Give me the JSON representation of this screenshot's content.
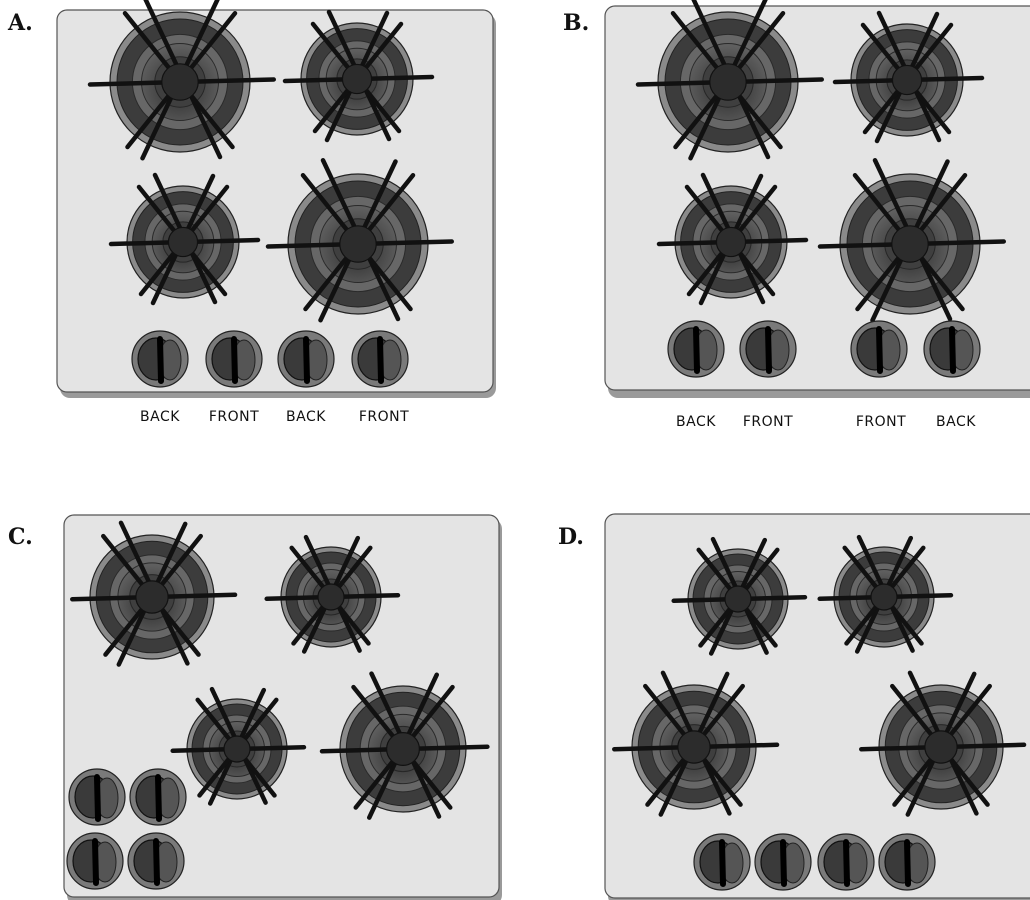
{
  "panels": [
    {
      "letter": "A.",
      "knob_labels": [
        "BACK",
        "FRONT",
        "BACK",
        "FRONT"
      ]
    },
    {
      "letter": "B.",
      "knob_labels": [
        "BACK",
        "FRONT",
        "FRONT",
        "BACK"
      ]
    },
    {
      "letter": "C.",
      "knob_labels": []
    },
    {
      "letter": "D.",
      "knob_labels": []
    }
  ],
  "colors": {
    "cooktop": "#e4e4e4",
    "burner_rim": "#8a8a8a",
    "burner_dark": "#3c3c3c",
    "grate": "#111111",
    "knob_base": "#7a7a7a",
    "knob_body": "#3a3a3a"
  }
}
